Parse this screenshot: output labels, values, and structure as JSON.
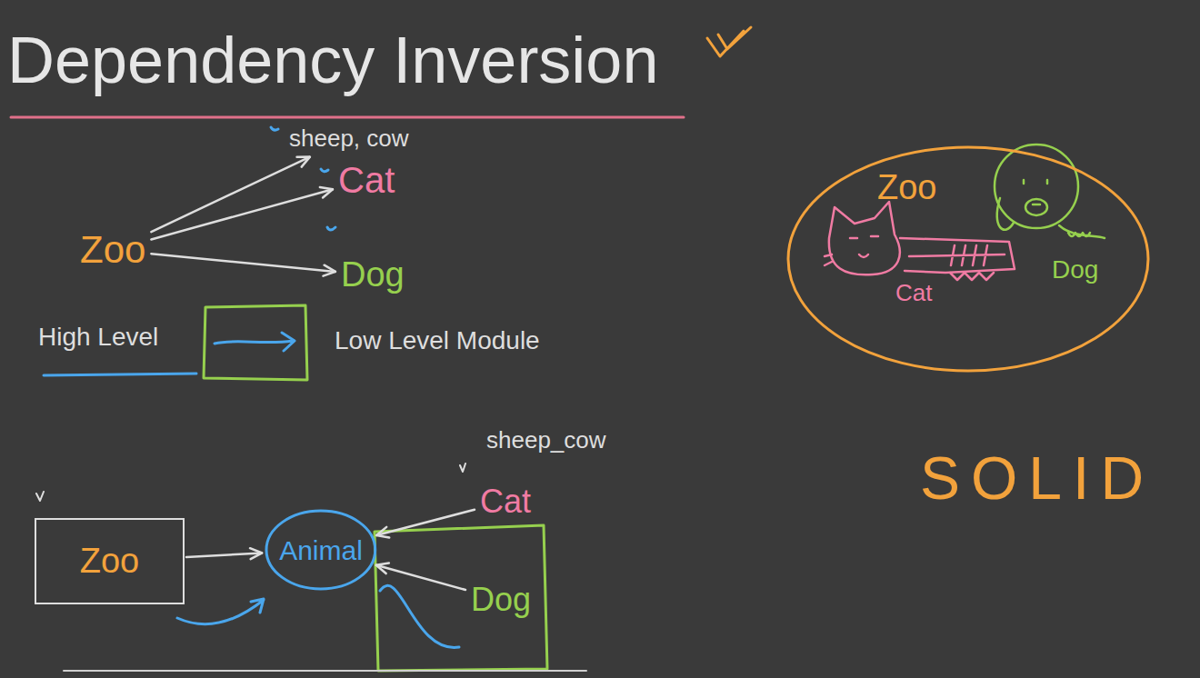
{
  "diagram": {
    "title": "Dependency Inversion",
    "nodes": [
      {
        "text": [
          "Zoo"
        ]
      },
      {
        "text": [
          "sheep, cow"
        ]
      },
      {
        "text": [
          "Cat"
        ]
      },
      {
        "text": [
          "Dog"
        ]
      },
      {
        "text": [
          "Zoo"
        ]
      },
      {
        "text": [
          "Animal"
        ]
      },
      {
        "text": [
          "sheep_cow"
        ]
      },
      {
        "text": [
          "Cat"
        ]
      },
      {
        "text": [
          "Dog"
        ]
      },
      {
        "text": [
          "Zoo"
        ]
      },
      {
        "text": [
          "Cat"
        ],
        "in": 9
      },
      {
        "text": [
          "Dog"
        ],
        "in": 9
      }
    ],
    "edges": [
      {
        "from": 0,
        "to": 1,
        "arrow": "to"
      },
      {
        "from": 0,
        "to": 2,
        "arrow": "to"
      },
      {
        "from": 0,
        "to": 3,
        "arrow": "to"
      },
      {
        "from": 4,
        "to": 5,
        "arrow": "to"
      },
      {
        "from": 7,
        "to": 5,
        "arrow": "to"
      },
      {
        "from": 8,
        "to": 5,
        "arrow": "to"
      }
    ],
    "labels": [
      "High Level",
      "Low Level Module",
      "SOLID"
    ]
  }
}
